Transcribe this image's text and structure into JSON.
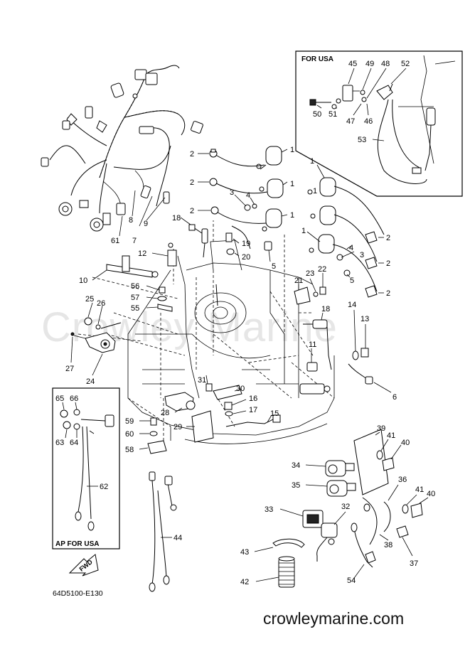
{
  "watermark": "Crowley Marine",
  "inset_usa": {
    "title": "FOR USA"
  },
  "inset_ap_usa": {
    "title": "AP FOR USA"
  },
  "fwd_label": "FWD",
  "diagram_code": "64D5100-E130",
  "site_url": "crowleymarine.com",
  "callouts": {
    "c1a": "1",
    "c1b": "1",
    "c1c": "1",
    "c1d": "1",
    "c1e": "1",
    "c1f": "1",
    "c2a": "2",
    "c2b": "2",
    "c2c": "2",
    "c2d": "2",
    "c2e": "2",
    "c2f": "2",
    "c3a": "3",
    "c3b": "3",
    "c4a": "4",
    "c4b": "4",
    "c5a": "5",
    "c5b": "5",
    "c6": "6",
    "c7": "7",
    "c8": "8",
    "c9": "9",
    "c10": "10",
    "c11": "11",
    "c12": "12",
    "c13": "13",
    "c14": "14",
    "c15": "15",
    "c16": "16",
    "c17": "17",
    "c18a": "18",
    "c18b": "18",
    "c19": "19",
    "c20": "20",
    "c21": "21",
    "c22": "22",
    "c23": "23",
    "c24": "24",
    "c25": "25",
    "c26": "26",
    "c27": "27",
    "c28": "28",
    "c29": "29",
    "c30": "30",
    "c31": "31",
    "c32": "32",
    "c33": "33",
    "c34": "34",
    "c35": "35",
    "c36": "36",
    "c37": "37",
    "c38": "38",
    "c39": "39",
    "c40a": "40",
    "c40b": "40",
    "c41a": "41",
    "c41b": "41",
    "c42": "42",
    "c43": "43",
    "c44": "44",
    "c45": "45",
    "c46": "46",
    "c47": "47",
    "c48": "48",
    "c49": "49",
    "c50": "50",
    "c51": "51",
    "c52": "52",
    "c53": "53",
    "c54": "54",
    "c55": "55",
    "c56": "56",
    "c57": "57",
    "c58": "58",
    "c59": "59",
    "c60": "60",
    "c61": "61",
    "c62": "62",
    "c63": "63",
    "c64": "64",
    "c65": "65",
    "c66": "66"
  }
}
